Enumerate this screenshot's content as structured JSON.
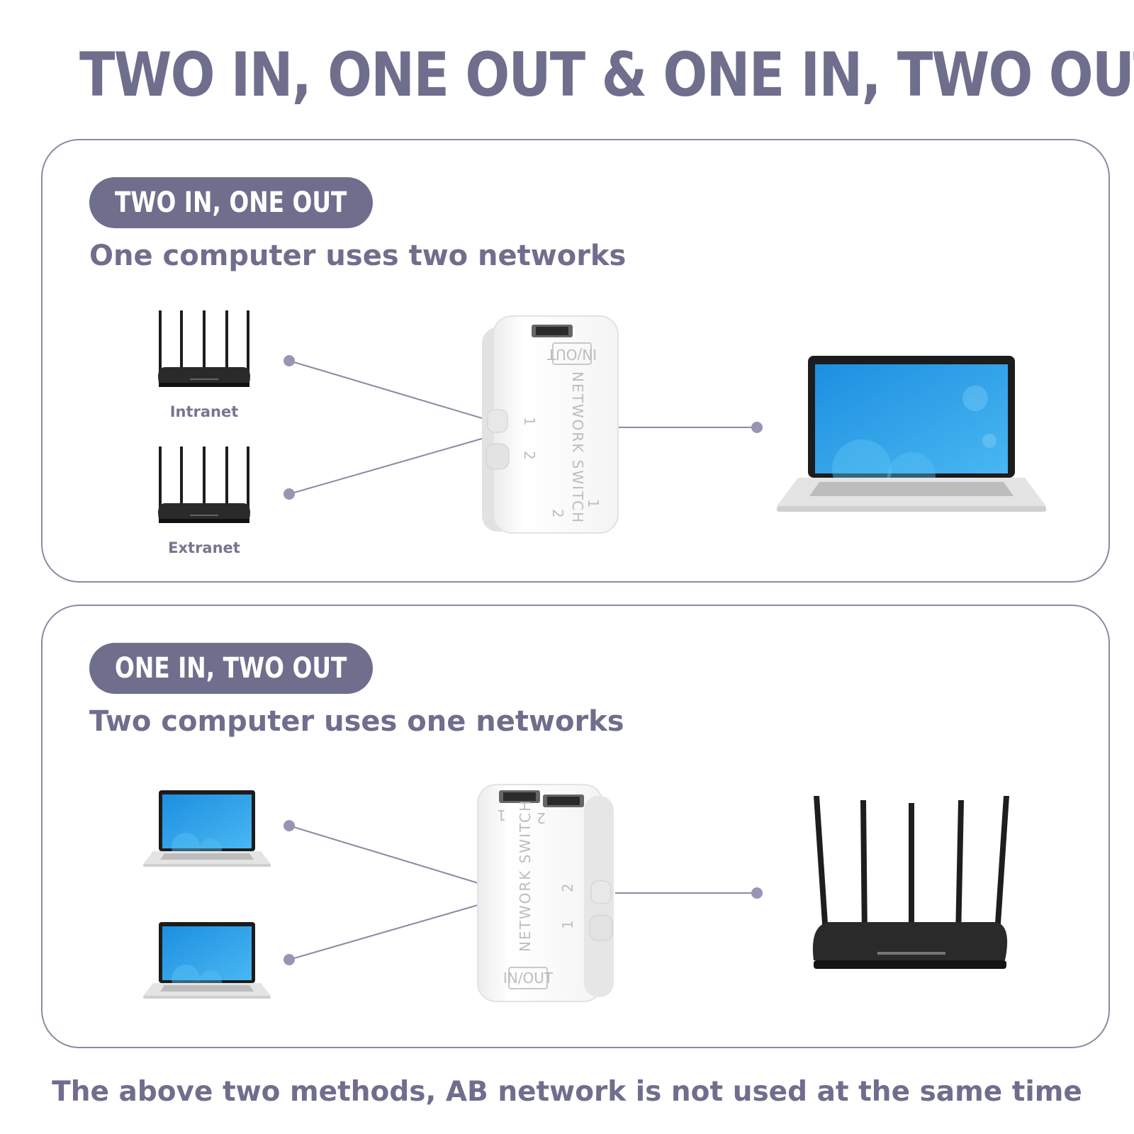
{
  "title": "TWO IN, ONE OUT & ONE IN, TWO OUT",
  "panels": [
    {
      "pill": "TWO IN, ONE OUT",
      "subtitle": "One computer uses two networks",
      "router_labels": [
        "Intranet",
        "Extranet"
      ],
      "switch_text": "NETWORK SWITCH",
      "switch_port_label": "IN/OUT",
      "button_numbers": [
        "1",
        "2"
      ],
      "port_numbers": [
        "2",
        "1"
      ]
    },
    {
      "pill": "ONE IN, TWO OUT",
      "subtitle": "Two computer uses one networks",
      "switch_text": "NETWORK SWITCH",
      "switch_port_label": "IN/OUT",
      "button_numbers": [
        "2",
        "1"
      ],
      "port_numbers": [
        "1",
        "2"
      ]
    }
  ],
  "footer": "The above two methods, AB network is not used at the same time",
  "colors": {
    "accent": "#6f6e8d",
    "border": "#8c8aa3",
    "screen_blue": "#2aa0ea",
    "router_black": "#222222"
  },
  "icons": [
    "router-icon",
    "laptop-icon",
    "network-switch-icon",
    "connector-dot-icon"
  ]
}
